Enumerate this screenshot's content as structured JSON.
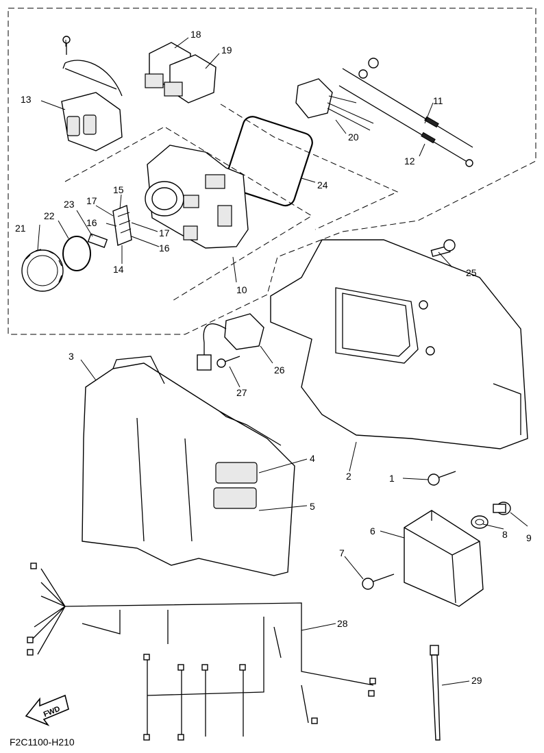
{
  "diagram": {
    "code": "F2C1100-H210",
    "direction_label": "FWD",
    "callouts": [
      "1",
      "2",
      "3",
      "4",
      "5",
      "6",
      "7",
      "8",
      "9",
      "10",
      "11",
      "12",
      "13",
      "14",
      "15",
      "16",
      "16",
      "17",
      "17",
      "18",
      "19",
      "20",
      "21",
      "22",
      "23",
      "24",
      "25",
      "26",
      "27",
      "28",
      "29"
    ]
  }
}
